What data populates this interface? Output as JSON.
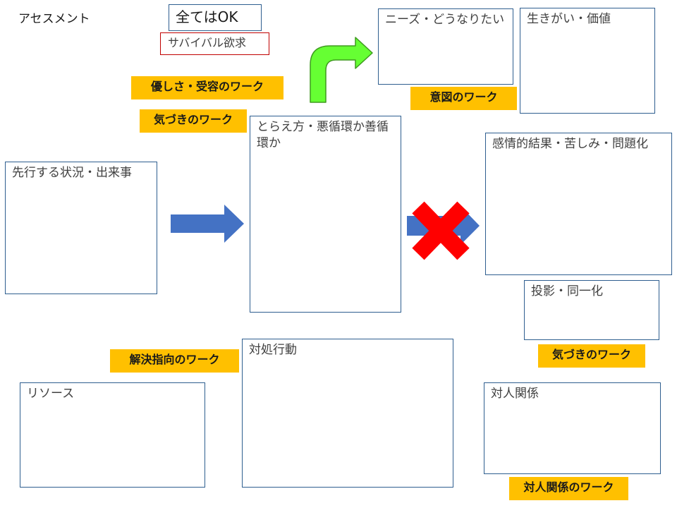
{
  "title": "アセスメント",
  "all_ok": "全てはOK",
  "survival": "サバイバル欲求",
  "boxes": {
    "situation": "先行する状況・出来事",
    "perception": "とらえ方・悪循環か善循環か",
    "needs": "ニーズ・どうなりたい",
    "purpose": "生きがい・価値",
    "emotion": "感情的結果・苦しみ・問題化",
    "projection": "投影・同一化",
    "coping": "対処行動",
    "resources": "リソース",
    "relations": "対人関係"
  },
  "tags": {
    "kindness": "優しさ・受容のワーク",
    "awareness1": "気づきのワーク",
    "intention": "意図のワーク",
    "awareness2": "気づきのワーク",
    "solution": "解決指向のワーク",
    "relations": "対人関係のワーク"
  },
  "colors": {
    "box_border": "#2e5e8f",
    "tag_fill": "#ffc000",
    "arrow_blue": "#4472c4",
    "arrow_green": "#66ff33",
    "cross_red": "#ff0000",
    "ok_border": "#2e5e8f",
    "survival_border": "#c00000"
  },
  "icons": [
    "blue-right-arrow",
    "green-bent-arrow",
    "red-cross"
  ]
}
